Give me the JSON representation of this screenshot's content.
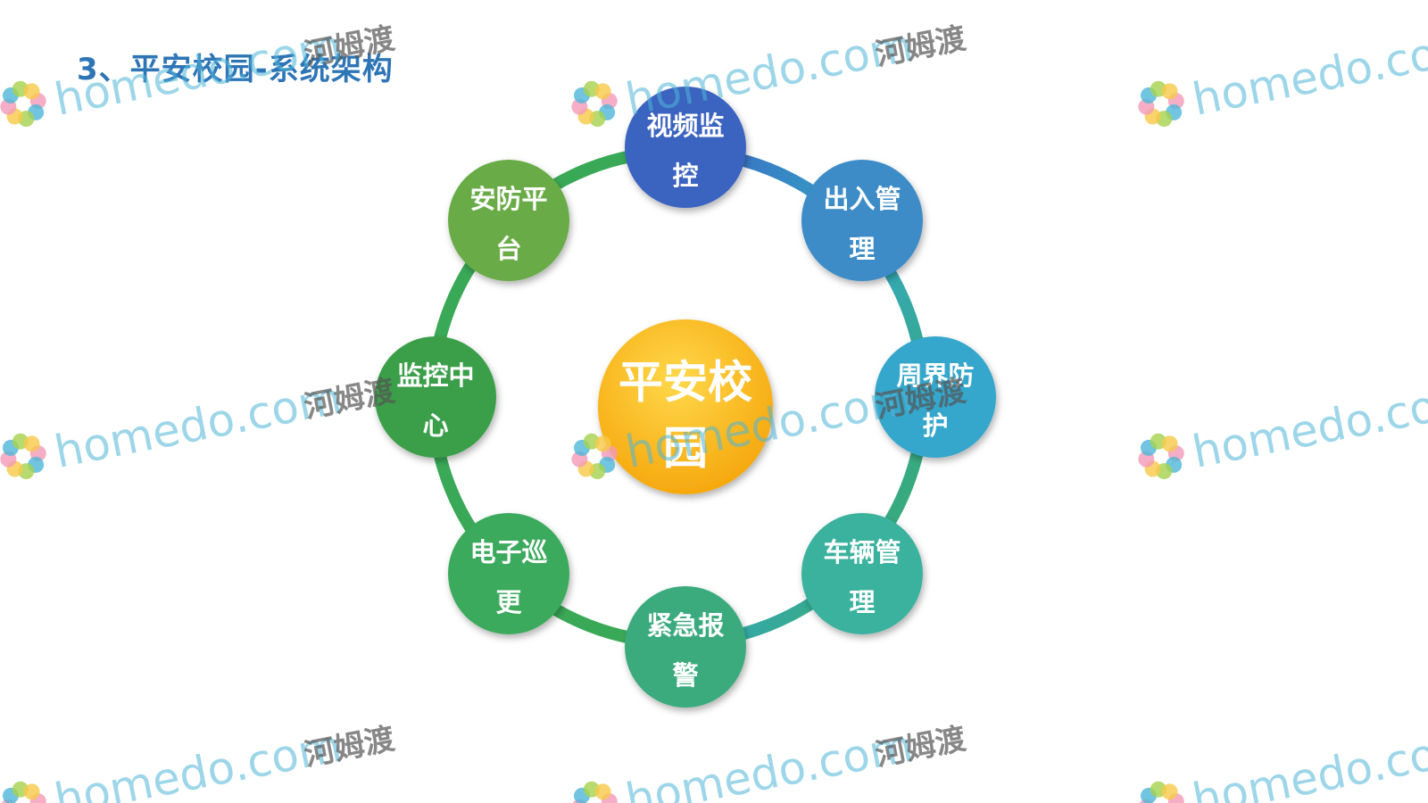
{
  "slide": {
    "title": "3、平安校园-系统架构"
  },
  "diagram": {
    "center": {
      "lines": [
        "平安校",
        "园"
      ]
    },
    "nodes": [
      {
        "id": "video",
        "lines": [
          "视频监",
          "控"
        ],
        "color": "#3a63c0"
      },
      {
        "id": "access",
        "lines": [
          "出入管",
          "理"
        ],
        "color": "#3d8cc8"
      },
      {
        "id": "perimeter",
        "lines": [
          "周界防",
          "护"
        ],
        "color": "#36a6cc"
      },
      {
        "id": "vehicle",
        "lines": [
          "车辆管",
          "理"
        ],
        "color": "#3ab29e"
      },
      {
        "id": "alarm",
        "lines": [
          "紧急报",
          "警"
        ],
        "color": "#3aab7e"
      },
      {
        "id": "patrol",
        "lines": [
          "电子巡",
          "更"
        ],
        "color": "#3aaa5c"
      },
      {
        "id": "monitor",
        "lines": [
          "监控中",
          "心"
        ],
        "color": "#3b9f4a"
      },
      {
        "id": "platform",
        "lines": [
          "安防平",
          "台"
        ],
        "color": "#69ac46"
      }
    ],
    "center_color": "#f9b814"
  },
  "watermark": {
    "text": "homedo.com",
    "cn": "河姆渡",
    "colors": [
      "#f29ab6",
      "#4fb6d8",
      "#a5d24c",
      "#f7c948"
    ]
  }
}
